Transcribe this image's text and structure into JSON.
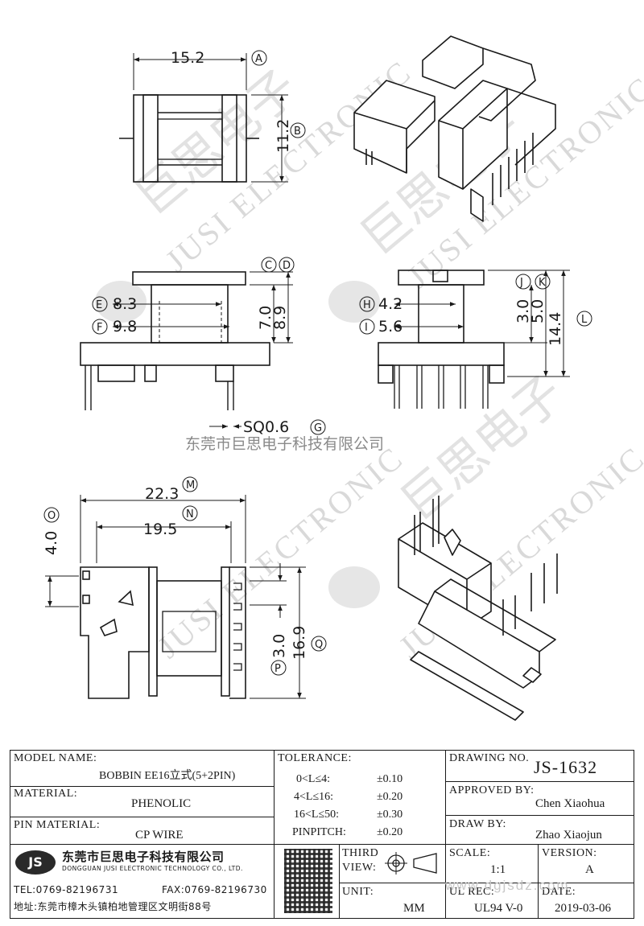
{
  "watermark": {
    "brand_en": "JUSI ELECTRONIC",
    "brand_cn": "巨思电子",
    "logo": "JS",
    "company_line": "东莞市巨思电子科技有限公司",
    "url": "www.dgjsdz.com"
  },
  "dims": {
    "A": "15.2",
    "B": "11.2",
    "E": "8.3",
    "F": "9.8",
    "CD_a": "7.0",
    "CD_b": "8.9",
    "G": "SQ0.6",
    "H": "4.2",
    "I": "5.6",
    "J": "3.0",
    "K": "5.0",
    "L": "14.4",
    "M": "22.3",
    "N": "19.5",
    "O": "4.0",
    "P": "3.0",
    "Q": "16.9"
  },
  "letters": {
    "A": "A",
    "B": "B",
    "C": "C",
    "D": "D",
    "E": "E",
    "F": "F",
    "G": "G",
    "H": "H",
    "I": "I",
    "J": "J",
    "K": "K",
    "L": "L",
    "M": "M",
    "N": "N",
    "O": "O",
    "P": "P",
    "Q": "Q"
  },
  "titleblock": {
    "model_label": "MODEL NAME:",
    "model_value": "BOBBIN EE16立式(5+2PIN)",
    "material_label": "MATERIAL:",
    "material_value": "PHENOLIC",
    "pin_material_label": "PIN MATERIAL:",
    "pin_material_value": "CP WIRE",
    "tolerance_label": "TOLERANCE:",
    "tolerances": [
      {
        "range": "0<L≤4:",
        "value": "±0.10"
      },
      {
        "range": "4<L≤16:",
        "value": "±0.20"
      },
      {
        "range": "16<L≤50:",
        "value": "±0.30"
      },
      {
        "range": "PINPITCH:",
        "value": "±0.20"
      }
    ],
    "drawing_no_label": "DRAWING NO.",
    "drawing_no": "JS-1632",
    "approved_label": "APPROVED BY:",
    "approved_by": "Chen Xiaohua",
    "draw_label": "DRAW BY:",
    "draw_by": "Zhao Xiaojun",
    "company_cn": "东莞市巨思电子科技有限公司",
    "company_en": "DONGGUAN JUSI ELECTRONIC TECHNOLOGY CO., LTD.",
    "tel": "TEL:0769-82196731",
    "fax": "FAX:0769-82196730",
    "address": "地址:东莞市樟木头镇柏地管理区文明街88号",
    "third_view_label_1": "THIRD",
    "third_view_label_2": "VIEW:",
    "unit_label": "UNIT:",
    "unit": "MM",
    "scale_label": "SCALE:",
    "scale": "1:1",
    "version_label": "VERSION:",
    "version": "A",
    "ul_label": "UL REC:",
    "ul": "UL94 V-0",
    "date_label": "DATE:",
    "date": "2019-03-06"
  }
}
